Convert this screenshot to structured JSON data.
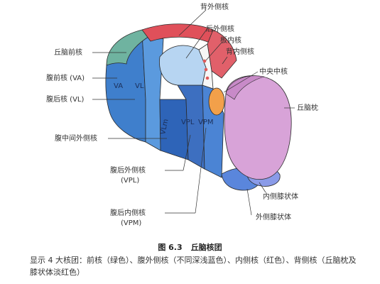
{
  "figure": {
    "labels": {
      "dorsal_lateral": "背外侧核",
      "lateral_posterior": "后外侧核",
      "internal_lamina": "板内核",
      "dorsal_medial": "背内侧核",
      "anterior": "丘脑前核",
      "centromedian": "中央中核",
      "ventral_anterior": "腹前核 (VA)",
      "ventral_lateral": "腹后核 (VL)",
      "pulvinar": "丘脑枕",
      "ventral_intermediate": "腹中间外侧核",
      "vpl_name": "腹后外侧核",
      "vpl_abbr": "(VPL)",
      "medial_geniculate": "内侧膝状体",
      "vpm_name": "腹后内侧核",
      "vpm_abbr": "(VPM)",
      "lateral_geniculate": "外侧膝状体"
    },
    "inner_labels": {
      "va": "VA",
      "vl": "VL",
      "vlm": "VLm",
      "vpl": "VPL",
      "vpm": "VPM"
    }
  },
  "caption": {
    "number": "图 6.3",
    "title": "丘脑核团",
    "description": "显示 4 大核团：前核（绿色）、腹外侧核（不同深浅蓝色）、内侧核（红色）、背侧核（丘脑枕及膝状体淡红色）"
  }
}
